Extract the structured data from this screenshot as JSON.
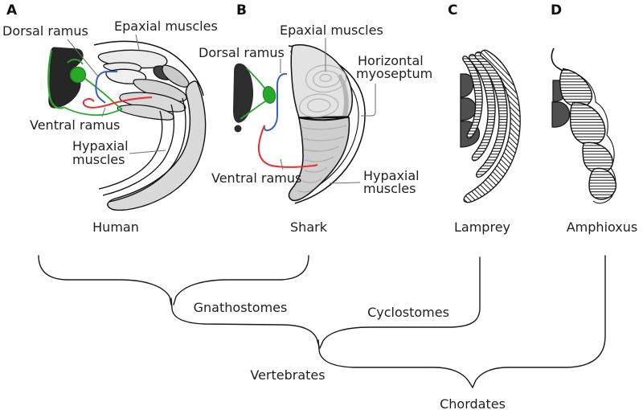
{
  "colors": {
    "text": "#1f1f1f",
    "nerve_green": "#2aa82a",
    "nerve_green_dark": "#1d8a1d",
    "dorsal_ramus_blue": "#3a5fc8",
    "ventral_ramus_red": "#e82e2e",
    "muscle_light": "#e3e3e3",
    "muscle_mid": "#cecece",
    "dark_structure": "#2d2d2d",
    "blob_gray": "#4f4f4f"
  },
  "panels": {
    "a": {
      "letter": "A",
      "species": "Human",
      "labels": {
        "dorsal_ramus": "Dorsal ramus",
        "epaxial_muscles": "Epaxial muscles",
        "ventral_ramus": "Ventral ramus",
        "hypaxial_line1": "Hypaxial",
        "hypaxial_line2": "muscles"
      }
    },
    "b": {
      "letter": "B",
      "species": "Shark",
      "labels": {
        "epaxial_muscles": "Epaxial muscles",
        "dorsal_ramus": "Dorsal ramus",
        "horizontal_line1": "Horizontal",
        "horizontal_line2": "myoseptum",
        "ventral_ramus": "Ventral ramus",
        "hypaxial_line1": "Hypaxial",
        "hypaxial_line2": "muscles"
      }
    },
    "c": {
      "letter": "C",
      "species": "Lamprey"
    },
    "d": {
      "letter": "D",
      "species": "Amphioxus"
    }
  },
  "phylogeny": {
    "gnathostomes": "Gnathostomes",
    "cyclostomes": "Cyclostomes",
    "vertebrates": "Vertebrates",
    "chordates": "Chordates"
  }
}
